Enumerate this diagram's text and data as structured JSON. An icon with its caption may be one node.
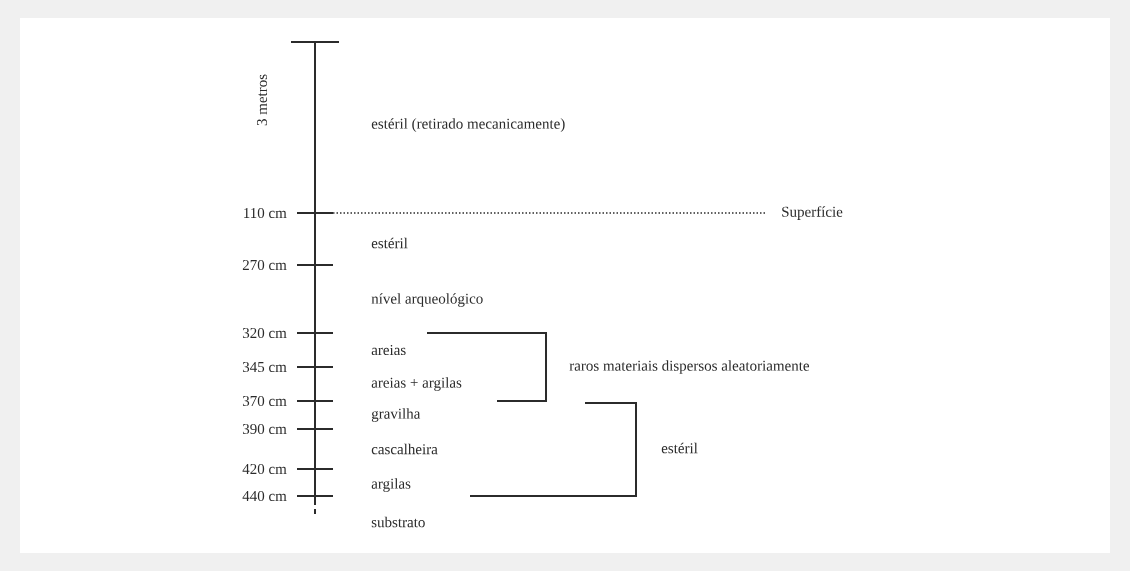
{
  "diagram": {
    "labels": [
      "3 metros",
      "estéril (retirado mecanicamente)",
      "110 cm",
      "Superfície",
      "estéril",
      "270 cm",
      "nível arqueológico",
      "320 cm",
      "areias",
      "345 cm",
      "areias + argilas",
      "raros materiais dispersos aleatoriamente",
      "370 cm",
      "gravilha",
      "390 cm",
      "cascalheira",
      "estéril",
      "420 cm",
      "argilas",
      "440 cm",
      "substrato"
    ]
  }
}
